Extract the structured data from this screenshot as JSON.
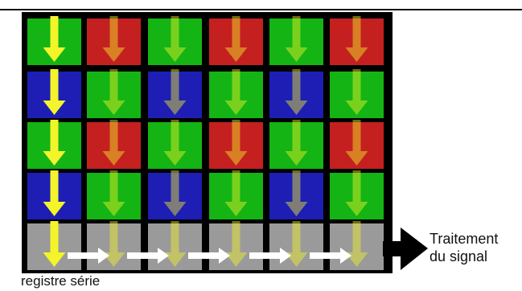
{
  "diagram": {
    "grid_rows": [
      [
        "green",
        "red",
        "green",
        "red",
        "green",
        "red"
      ],
      [
        "blue",
        "green",
        "blue",
        "green",
        "blue",
        "green"
      ],
      [
        "green",
        "red",
        "green",
        "red",
        "green",
        "red"
      ],
      [
        "blue",
        "green",
        "blue",
        "green",
        "blue",
        "green"
      ]
    ],
    "register_cell_count": 6,
    "colors": {
      "green": "#14b414",
      "red": "#c42020",
      "blue": "#1e1eb4",
      "register": "#9a9a9a",
      "frame": "#000000",
      "down_arrow_first_column": "#f4f42a",
      "register_arrow": "#ffffff",
      "output_arrow": "#000000"
    },
    "labels": {
      "processing_line1": "Traitement",
      "processing_line2": "du signal",
      "register": "registre série"
    }
  }
}
